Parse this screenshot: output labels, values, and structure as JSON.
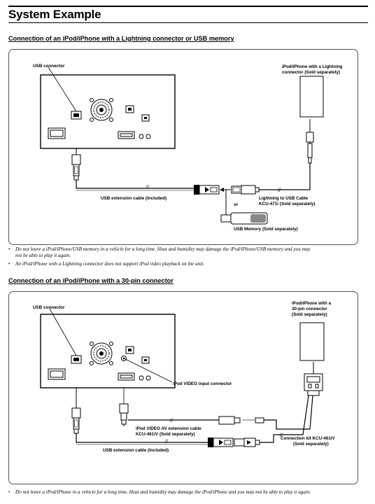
{
  "page_title": "System Example",
  "section1": {
    "heading": "Connection of an iPod/iPhone with a Lightning connector or USB memory",
    "labels": {
      "usb_connector": "USB connector",
      "device_line1": "iPod/iPhone with a Lightning",
      "device_line2": "connector (Sold separately)",
      "usb_ext_cable": "USB extension cable (Included)",
      "or": "or",
      "lightning_line1": "Lightning to USB Cable",
      "lightning_line2": "KCU-471i (Sold separately)",
      "usb_memory": "USB Memory (Sold separately)"
    },
    "notes": [
      "Do not leave a iPod/iPhone/USB memory in a vehicle for a long time. Heat and humidity may damage the iPod/iPhone/USB memory and you may",
      "not be able to play it again.",
      "An iPod/iPhone with a Lightning connector does not support iPod video playback on the unit."
    ]
  },
  "section2": {
    "heading": "Connection of an iPod/iPhone with a 30-pin connector",
    "labels": {
      "usb_connector": "USB connector",
      "device_line1": "iPod/iPhone with a",
      "device_line2": "30-pin connector",
      "device_line3": "(Sold separately)",
      "video_input": "iPod VIDEO input connector",
      "av_cable_line1": "iPod VIDEO AV extension cable",
      "av_cable_line2": "KCU-461iV (Sold separately)",
      "kit_line1": "Connection kit KCU-461iV",
      "kit_line2": "(Sold separately)",
      "usb_ext_cable": "USB extension cable (Included)"
    },
    "notes": [
      "Do not leave a iPod/iPhone in a vehicle for a long time. Heat and humidity may damage the iPod/iPhone and you may not be able to play it again."
    ]
  },
  "bullet": "•",
  "colors": {
    "ink": "#000000",
    "panel_border": "#555555"
  }
}
